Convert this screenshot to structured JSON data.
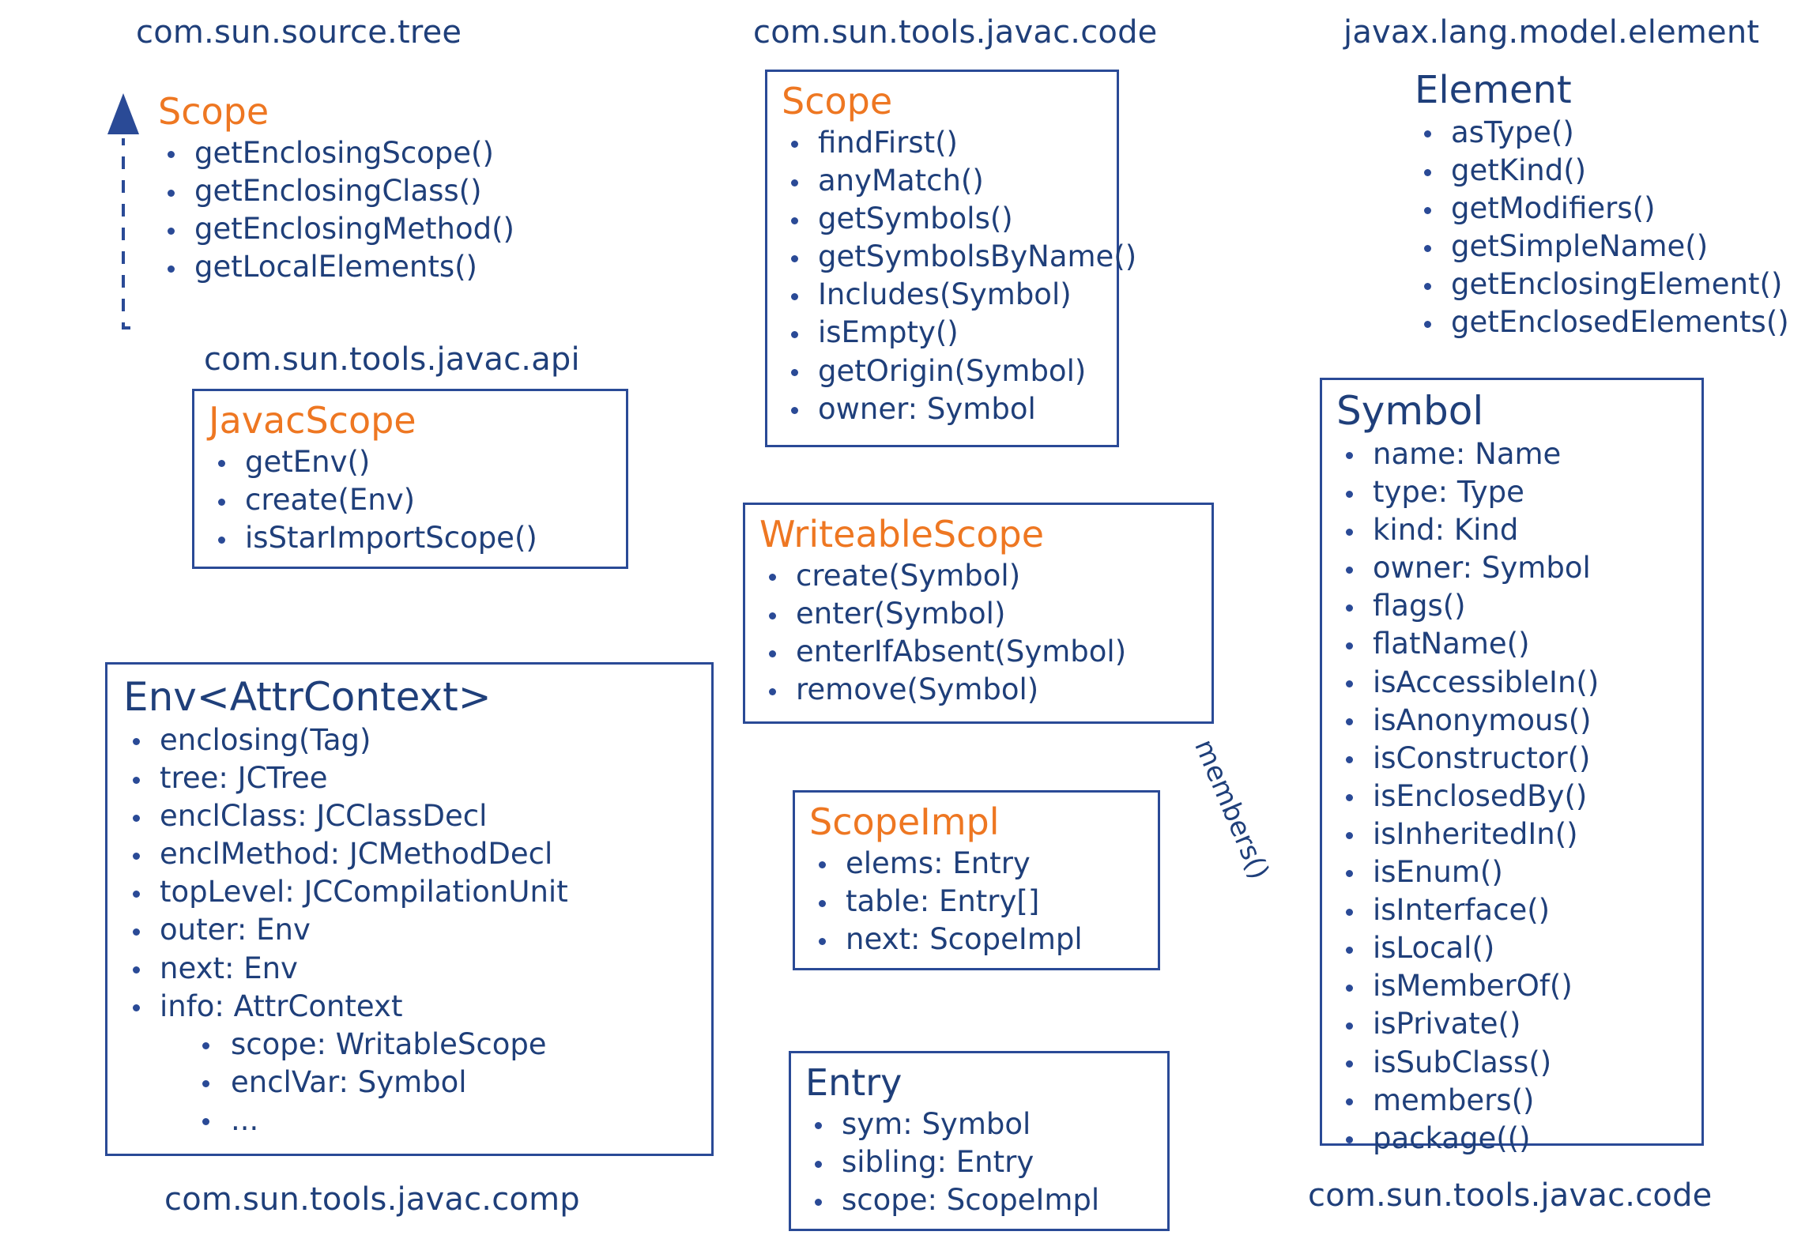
{
  "diagram": {
    "title": "javac Scope and Symbol class diagram",
    "colors": {
      "class_name": "#EE7722",
      "member_text": "#1F3F7A",
      "box_border": "#2A4A96",
      "background": "#FFFFFF"
    }
  },
  "packages": [
    {
      "id": "source_tree",
      "label": "com.sun.source.tree"
    },
    {
      "id": "javac_code_top",
      "label": "com.sun.tools.javac.code"
    },
    {
      "id": "model_element",
      "label": "javax.lang.model.element"
    },
    {
      "id": "javac_api",
      "label": "com.sun.tools.javac.api"
    },
    {
      "id": "javac_comp",
      "label": "com.sun.tools.javac.comp"
    },
    {
      "id": "javac_code_bottom",
      "label": "com.sun.tools.javac.code"
    }
  ],
  "classes": [
    {
      "id": "scope_api",
      "name": "Scope",
      "package": "com.sun.source.tree",
      "bordered": false,
      "members": [
        {
          "text": "getEnclosingScope()",
          "level": 0
        },
        {
          "text": "getEnclosingClass()",
          "level": 0
        },
        {
          "text": "getEnclosingMethod()",
          "level": 0
        },
        {
          "text": "getLocalElements()",
          "level": 0
        }
      ]
    },
    {
      "id": "javac_scope",
      "name": "JavacScope",
      "package": "com.sun.tools.javac.api",
      "bordered": true,
      "members": [
        {
          "text": "getEnv()",
          "level": 0
        },
        {
          "text": "create(Env)",
          "level": 0
        },
        {
          "text": "isStarImportScope()",
          "level": 0
        }
      ]
    },
    {
      "id": "env_attrcontext",
      "name": "Env<AttrContext>",
      "package": "com.sun.tools.javac.comp",
      "bordered": true,
      "title_color": "dark",
      "members": [
        {
          "text": "enclosing(Tag)",
          "level": 0
        },
        {
          "text": "tree: JCTree",
          "level": 0
        },
        {
          "text": "enclClass: JCClassDecl",
          "level": 0
        },
        {
          "text": "enclMethod: JCMethodDecl",
          "level": 0
        },
        {
          "text": "topLevel: JCCompilationUnit",
          "level": 0
        },
        {
          "text": "outer: Env",
          "level": 0
        },
        {
          "text": "next: Env",
          "level": 0
        },
        {
          "text": "info: AttrContext",
          "level": 0
        },
        {
          "text": "scope: WritableScope",
          "level": 1
        },
        {
          "text": "enclVar: Symbol",
          "level": 1
        },
        {
          "text": "...",
          "level": 1
        }
      ]
    },
    {
      "id": "scope_code",
      "name": "Scope",
      "package": "com.sun.tools.javac.code",
      "bordered": true,
      "members": [
        {
          "text": "findFirst()",
          "level": 0
        },
        {
          "text": "anyMatch()",
          "level": 0
        },
        {
          "text": "getSymbols()",
          "level": 0
        },
        {
          "text": "getSymbolsByName()",
          "level": 0
        },
        {
          "text": "Includes(Symbol)",
          "level": 0
        },
        {
          "text": "isEmpty()",
          "level": 0
        },
        {
          "text": "getOrigin(Symbol)",
          "level": 0
        },
        {
          "text": "owner: Symbol",
          "level": 0
        }
      ]
    },
    {
      "id": "writeable_scope",
      "name": "WriteableScope",
      "package": "com.sun.tools.javac.code",
      "bordered": true,
      "members": [
        {
          "text": "create(Symbol)",
          "level": 0
        },
        {
          "text": "enter(Symbol)",
          "level": 0
        },
        {
          "text": "enterIfAbsent(Symbol)",
          "level": 0
        },
        {
          "text": "remove(Symbol)",
          "level": 0
        }
      ]
    },
    {
      "id": "scope_impl",
      "name": "ScopeImpl",
      "package": "com.sun.tools.javac.code",
      "bordered": true,
      "members": [
        {
          "text": "elems: Entry",
          "level": 0
        },
        {
          "text": "table: Entry[]",
          "level": 0
        },
        {
          "text": "next: ScopeImpl",
          "level": 0
        }
      ]
    },
    {
      "id": "entry",
      "name": "Entry",
      "package": "com.sun.tools.javac.code",
      "bordered": true,
      "title_color": "dark",
      "members": [
        {
          "text": "sym: Symbol",
          "level": 0
        },
        {
          "text": "sibling: Entry",
          "level": 0
        },
        {
          "text": "scope: ScopeImpl",
          "level": 0
        }
      ]
    },
    {
      "id": "element",
      "name": "Element",
      "package": "javax.lang.model.element",
      "bordered": false,
      "title_color": "dark",
      "members": [
        {
          "text": "asType()",
          "level": 0
        },
        {
          "text": "getKind()",
          "level": 0
        },
        {
          "text": "getModifiers()",
          "level": 0
        },
        {
          "text": "getSimpleName()",
          "level": 0
        },
        {
          "text": "getEnclosingElement()",
          "level": 0
        },
        {
          "text": "getEnclosedElements()",
          "level": 0
        }
      ]
    },
    {
      "id": "symbol",
      "name": "Symbol",
      "package": "com.sun.tools.javac.code",
      "bordered": true,
      "title_color": "dark",
      "members": [
        {
          "text": "name: Name",
          "level": 0
        },
        {
          "text": "type: Type",
          "level": 0
        },
        {
          "text": "kind: Kind",
          "level": 0
        },
        {
          "text": "owner: Symbol",
          "level": 0
        },
        {
          "text": "flags()",
          "level": 0
        },
        {
          "text": "flatName()",
          "level": 0
        },
        {
          "text": "isAccessibleIn()",
          "level": 0
        },
        {
          "text": "isAnonymous()",
          "level": 0
        },
        {
          "text": "isConstructor()",
          "level": 0
        },
        {
          "text": "isEnclosedBy()",
          "level": 0
        },
        {
          "text": "isInheritedIn()",
          "level": 0
        },
        {
          "text": "isEnum()",
          "level": 0
        },
        {
          "text": "isInterface()",
          "level": 0
        },
        {
          "text": "isLocal()",
          "level": 0
        },
        {
          "text": "isMemberOf()",
          "level": 0
        },
        {
          "text": "isPrivate()",
          "level": 0
        },
        {
          "text": "isSubClass()",
          "level": 0
        },
        {
          "text": "members()",
          "level": 0
        },
        {
          "text": "package(()",
          "level": 0
        }
      ]
    }
  ],
  "edge_labels": [
    {
      "id": "members_call",
      "text": "members()"
    }
  ]
}
